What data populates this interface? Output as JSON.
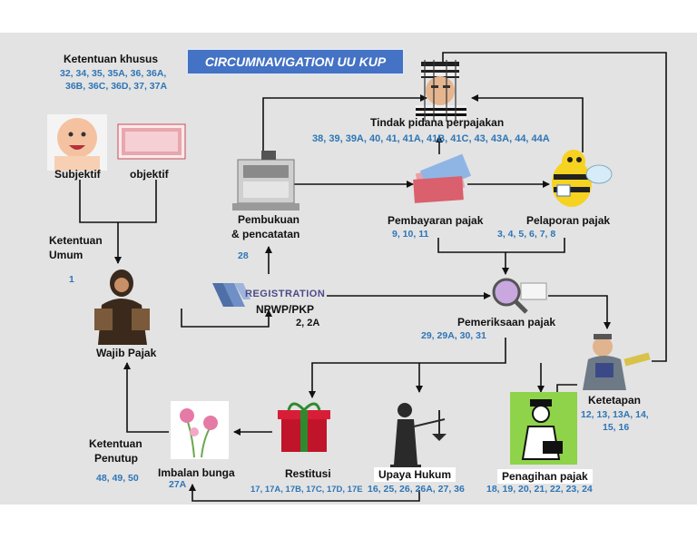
{
  "title": "CIRCUMNAVIGATION UU KUP",
  "ketentuan_khusus": {
    "label": "Ketentuan khusus",
    "line1": "32, 34, 35, 35A, 36, 36A,",
    "line2": "36B, 36C, 36D, 37, 37A"
  },
  "subjektif": "Subjektif",
  "objektif": "objektif",
  "ketentuan_umum": {
    "line1": "Ketentuan",
    "line2": "Umum",
    "num": "1"
  },
  "wajib_pajak": "Wajib Pajak",
  "registration": {
    "logo_text": "REGISTRATION",
    "label": "NPWP/PKP",
    "num": "2, 2A"
  },
  "pembukuan": {
    "line1": "Pembukuan",
    "line2": "& pencatatan",
    "num": "28"
  },
  "tindak_pidana": {
    "label": "Tindak pidana perpajakan",
    "num": "38, 39, 39A, 40, 41, 41A, 41B, 41C, 43, 43A, 44, 44A"
  },
  "pembayaran": {
    "label": "Pembayaran pajak",
    "num": "9, 10, 11"
  },
  "pelaporan": {
    "label": "Pelaporan pajak",
    "num": "3, 4, 5, 6, 7, 8"
  },
  "pemeriksaan": {
    "label": "Pemeriksaan pajak",
    "num": "29, 29A, 30, 31"
  },
  "ketetapan": {
    "label": "Ketetapan",
    "line1": "12, 13, 13A, 14,",
    "line2": "15, 16"
  },
  "ketentuan_penutup": {
    "line1": "Ketentuan",
    "line2": "Penutup",
    "num": "48, 49, 50"
  },
  "imbalan_bunga": {
    "label": "Imbalan bunga",
    "num": "27A"
  },
  "restitusi": {
    "label": "Restitusi",
    "num": "17, 17A, 17B, 17C, 17D, 17E"
  },
  "upaya_hukum": {
    "label": "Upaya Hukum",
    "num": "16, 25, 26, 26A, 27, 36"
  },
  "penagihan": {
    "label": "Penagihan pajak",
    "num": "18, 19, 20, 21, 22, 23, 24"
  },
  "icons": [
    "baby-photo-icon",
    "money-bundle-icon",
    "person-hijab-icon",
    "registration-logo-icon",
    "cash-register-icon",
    "prisoner-icon",
    "money-icon",
    "bee-icon",
    "magnifier-icon",
    "tax-officer-icon",
    "flower-icon",
    "gift-box-icon",
    "justice-statue-icon",
    "tax-collector-icon"
  ],
  "colors": {
    "title_bg": "#4472c4",
    "numbers": "#2e75b6",
    "background": "#e3e3e3"
  }
}
